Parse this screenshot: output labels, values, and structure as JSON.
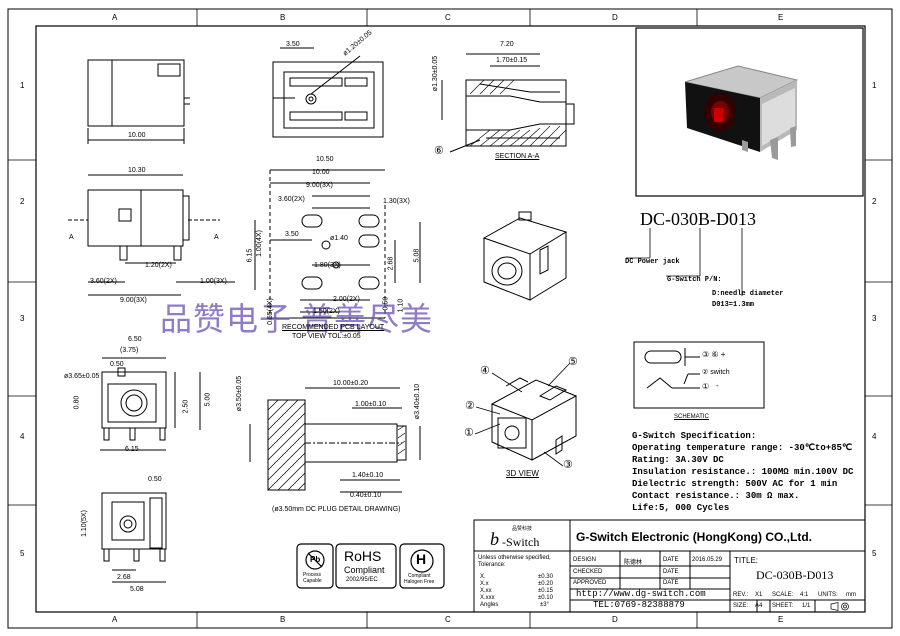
{
  "grid": {
    "cols": [
      "A",
      "B",
      "C",
      "D",
      "E"
    ],
    "rows": [
      "1",
      "2",
      "3",
      "4",
      "5"
    ]
  },
  "watermark": "品赞电子 普善尽美",
  "part_number": "DC-030B-D013",
  "pn_callouts": {
    "dc_power_jack": "DC Power jack",
    "gswitch_pn": "G-Switch P/N:",
    "needle_diameter": "D:needle diameter",
    "d013": "D013=1.3mm"
  },
  "schematic": {
    "title": "SCHEMATIC",
    "pin_labels": [
      "③ ⑥ +",
      "② switch",
      "①"
    ],
    "minus": "-"
  },
  "spec": {
    "title": "G-Switch Specification:",
    "lines": [
      "Operating temperature range: -30℃to+85℃",
      "Rating: 3A.30V DC",
      "Insulation resistance.: 100MΩ min.100V DC",
      "Dielectric strength: 500V AC for 1 min",
      "Contact resistance.: 30m Ω max.",
      "Life:5, 000 Cycles"
    ]
  },
  "views": {
    "section": "SECTION A-A",
    "pcb": "RECOMMENDED PCB LAYOUT",
    "pcb_sub": "TOP VIEW TOL:±0.05",
    "view3d": "3D VIEW",
    "plug": "(ø3.50mm DC PLUG DETAIL DRAWING)"
  },
  "dims": {
    "top_10_00": "10.00",
    "side_10_30": "10.30",
    "side_1_20": "1.20(2X)",
    "side_1_00": "1.00(3X)",
    "side_3_60": "3.60(2X)",
    "side_9_00": "9.00(3X)",
    "b_3_50": "3.50",
    "b_hole": "ø1.20±0.05",
    "c_7_20": "7.20",
    "c_1_70": "1.70±0.15",
    "c_1_30": "ø1.30±0.05",
    "pcb_10_50": "10.50",
    "pcb_10_00": "10.00",
    "pcb_9_00": "9.00(3X)",
    "pcb_3_60": "3.60(2X)",
    "pcb_1_30": "1.30(3X)",
    "pcb_3_50": "3.50",
    "pcb_1_40": "ø1.40",
    "pcb_1_80": "1.80(3X)",
    "pcb_6_15": "6.15",
    "pcb_1_00": "1.00(4X)",
    "pcb_2_68": "2.68",
    "pcb_5_08": "5.08",
    "pcb_2_00": "2.00(2X)",
    "pcb_0_50": "0.50",
    "pcb_0_55": "0.55(4X)",
    "pcb_1_50": "1.50(2X)",
    "pcb_1_10": "1.10",
    "f_6_50": "6.50",
    "f_3_75": "(3.75)",
    "f_0_50": "0.50",
    "f_3_65": "ø3.65±0.05",
    "f_0_80": "0.80",
    "f_2_50": "2.50",
    "f_5_00": "5.00",
    "f_6_15": "6.15",
    "bot_0_50": "0.50",
    "bot_1_10": "1.10(5X)",
    "bot_2_68": "2.68",
    "bot_5_08": "5.08",
    "plug_10_00": "10.00±0.20",
    "plug_1_00": "1.00±0.10",
    "plug_3_50": "ø3.50±0.05",
    "plug_3_40": "ø3.40±0.10",
    "plug_1_40": "1.40±0.10",
    "plug_0_40": "0.40±0.10",
    "a_label": "A"
  },
  "callout_numbers": [
    "①",
    "②",
    "④",
    "⑤",
    "③",
    "⑥"
  ],
  "certs": {
    "pb": "Pb",
    "pb_sub1": "Process",
    "pb_sub2": "Capable",
    "rohs": "RoHS",
    "rohs_sub1": "Compliant",
    "rohs_sub2": "2002/95/EC",
    "h": "H",
    "h_sub1": "Compliant",
    "h_sub2": "Halogen Free"
  },
  "title_block": {
    "logo_cn": "品赞科技",
    "logo_text": "-Switch",
    "logo_b": "b",
    "company": "G-Switch Electronic (HongKong) CO.,Ltd.",
    "tol_title": "Unless otherwise specified, Tolerance:",
    "tol": [
      [
        "X.",
        "±0.30"
      ],
      [
        "X.x",
        "±0.20"
      ],
      [
        "X.xx",
        "±0.15"
      ],
      [
        "X.xxx",
        "±0.10"
      ],
      [
        "Angles",
        "±3°"
      ]
    ],
    "design": "DESIGN",
    "designer": "陈德林",
    "date": "DATE",
    "date_val": "2016.05.29",
    "title": "TITLE:",
    "checked": "CHECKED",
    "approved": "APPROVED",
    "url": "http://www.dg-switch.com",
    "tel": "TEL:0769-82388879",
    "part": "DC-030B-D013",
    "rev": "REV.:",
    "rev_val": "X1",
    "scale": "SCALE:",
    "scale_val": "4:1",
    "units": "UNITS:",
    "units_val": "mm",
    "size": "SIZE:",
    "size_val": "A4",
    "sheet": "SHEET:",
    "sheet_val": "1/1"
  }
}
